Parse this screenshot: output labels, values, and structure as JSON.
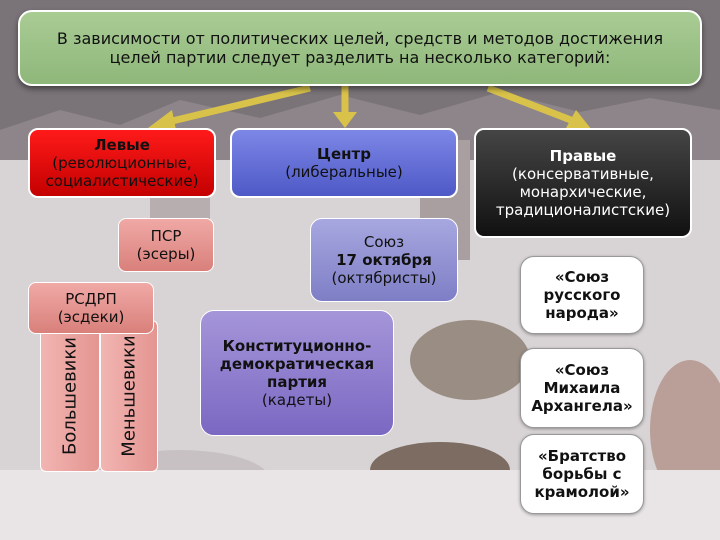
{
  "header": {
    "line1": "В зависимости от политических целей, средств и методов достижения",
    "line2": "целей партии следует разделить на несколько категорий:"
  },
  "categories": {
    "left": {
      "title": "Левые",
      "line2": "(революционные,",
      "line3": "социалистические)"
    },
    "center": {
      "title": "Центр",
      "line2": "(либеральные)"
    },
    "right": {
      "title": "Правые",
      "line2": "(консервативные,",
      "line3": "монархические,",
      "line4": "традиционалистские)"
    }
  },
  "parties": {
    "psr": {
      "name": "ПСР",
      "sub": "(эсеры)"
    },
    "rsdrp": {
      "name": "РСДРП",
      "sub": "(эсдеки)"
    },
    "bolsheviks": "Большевики",
    "mensheviks": "Меньшевики",
    "octobrists": {
      "line1": "Союз",
      "line2": "17 октября",
      "line3": "(октябристы)"
    },
    "kadets": {
      "line1": "Конституционно-",
      "line2": "демократическая",
      "line3": "партия",
      "line4": "(кадеты)"
    },
    "srn": {
      "line1": "«Союз",
      "line2": "русского",
      "line3": "народа»"
    },
    "sma": {
      "line1": "«Союз",
      "line2": "Михаила",
      "line3": "Архангела»"
    },
    "bbk": {
      "line1": "«Братство",
      "line2": "борьбы с",
      "line3": "крамолой»"
    }
  },
  "colors": {
    "header": "#9cc285",
    "left": "#e00000",
    "center": "#6570d8",
    "right": "#222222",
    "arrow": "#d9c24a"
  }
}
